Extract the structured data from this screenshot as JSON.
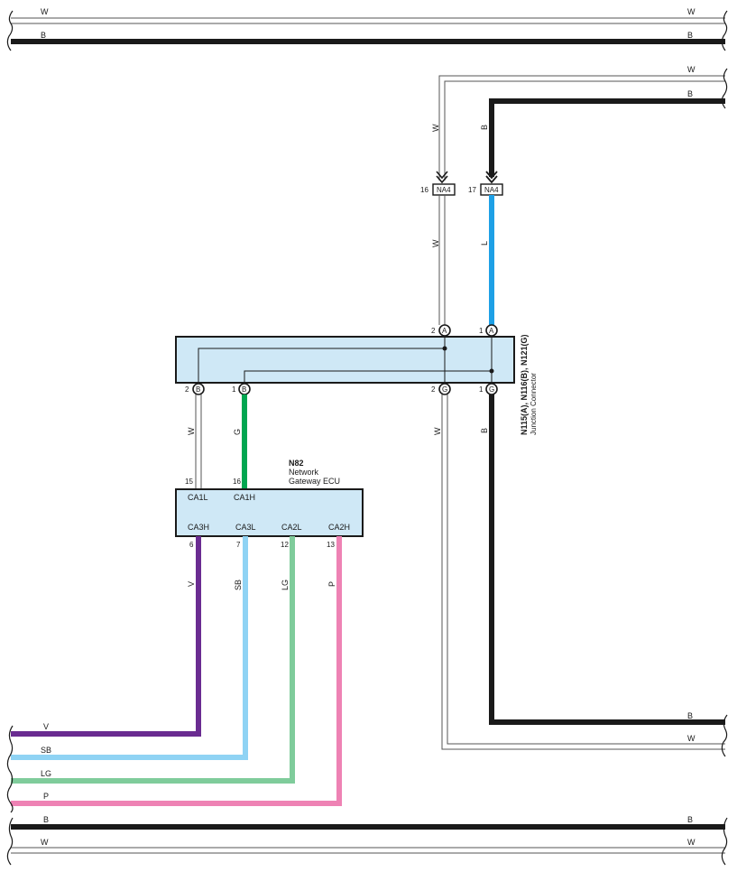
{
  "colors": {
    "W": "#ffffff",
    "B": "#1a1a1a",
    "L": "#1ea0e6",
    "G": "#00a650",
    "V": "#6a2c91",
    "SB": "#8fd3f4",
    "LG": "#7fcc9b",
    "P": "#ee82b4",
    "box": "#cfe8f6"
  },
  "wire_labels": {
    "W": "W",
    "B": "B",
    "L": "L",
    "G": "G",
    "V": "V",
    "SB": "SB",
    "LG": "LG",
    "P": "P"
  },
  "junction_connector": {
    "name": "N115(A), N116(B), N121(G)",
    "description": "Junction Connector",
    "pins": {
      "a2": "2",
      "a2_code": "A",
      "a1": "1",
      "a1_code": "A",
      "b2": "2",
      "b2_code": "B",
      "b1": "1",
      "b1_code": "B",
      "g2": "2",
      "g2_code": "G",
      "g1": "1",
      "g1_code": "G"
    }
  },
  "inline_connectors": [
    {
      "pin": "16",
      "code": "NA4"
    },
    {
      "pin": "17",
      "code": "NA4"
    }
  ],
  "ecu": {
    "id": "N82",
    "name_line1": "Network",
    "name_line2": "Gateway ECU",
    "top_pins": [
      {
        "pin": "15",
        "name": "CA1L"
      },
      {
        "pin": "16",
        "name": "CA1H"
      }
    ],
    "bottom_pins": [
      {
        "pin": "6",
        "name": "CA3H"
      },
      {
        "pin": "7",
        "name": "CA3L"
      },
      {
        "pin": "12",
        "name": "CA2L"
      },
      {
        "pin": "13",
        "name": "CA2H"
      }
    ]
  }
}
